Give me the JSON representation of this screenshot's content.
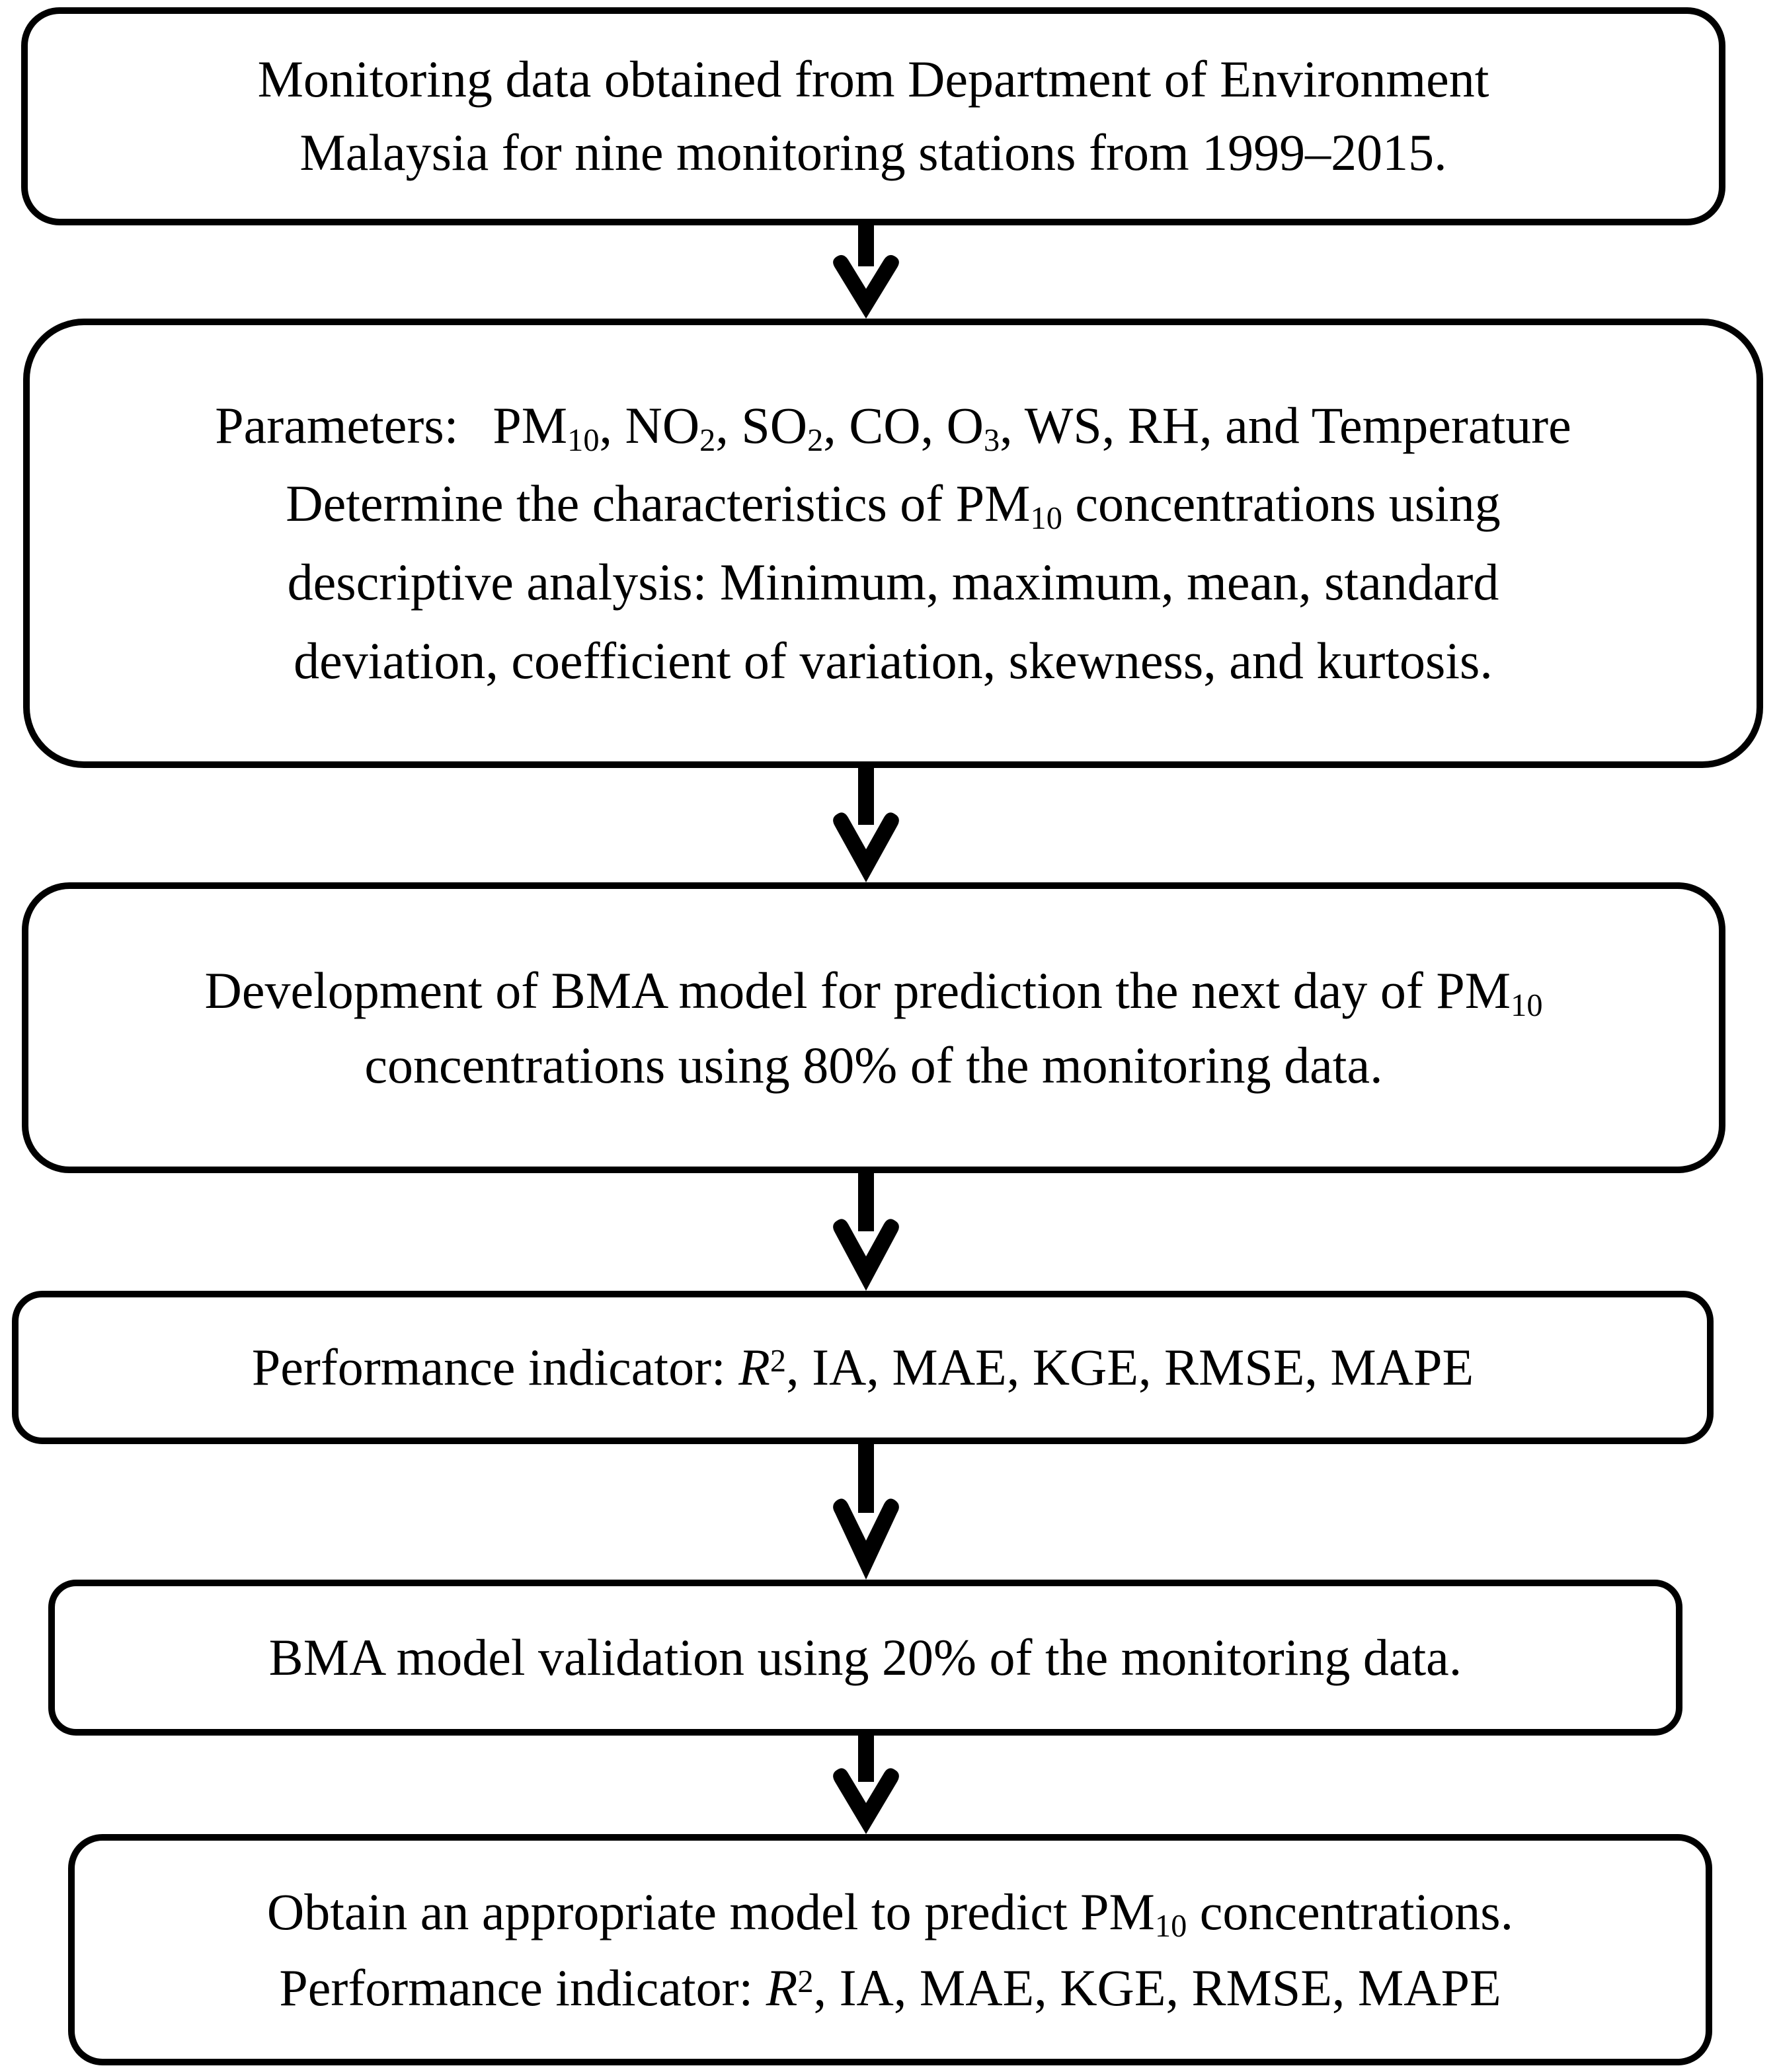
{
  "diagram": {
    "title": "Research methodology flowchart for BMA prediction of PM10 concentrations",
    "orientation": "top-to-bottom",
    "background_color": "#ffffff",
    "stroke_color": "#000000",
    "node_count": 6,
    "arrow_count": 5
  },
  "nodes": [
    {
      "id": "data-source",
      "lines": [
        "Monitoring data obtained from Department of Environment",
        "Malaysia for nine monitoring stations from 1999–2015."
      ]
    },
    {
      "id": "parameters-and-descriptive-analysis",
      "lines": [
        "Parameters: PM10, NO2, SO2, CO, O3, WS, RH, and Temperature",
        "Determine the characteristics of PM10 concentrations using",
        "descriptive analysis: Minimum, maximum, mean, standard",
        "deviation, coefficient of variation, skewness, and kurtosis."
      ],
      "parameters_label": "Parameters:",
      "parameters_list": [
        "PM10",
        "NO2",
        "SO2",
        "CO",
        "O3",
        "WS",
        "RH",
        "Temperature"
      ],
      "descriptive_statistics": [
        "Minimum",
        "maximum",
        "mean",
        "standard deviation",
        "coefficient of variation",
        "skewness",
        "kurtosis"
      ]
    },
    {
      "id": "bma-model-development",
      "lines": [
        "Development of BMA model for prediction the next day of PM10",
        "concentrations using 80% of the monitoring data."
      ],
      "training_share": "80%"
    },
    {
      "id": "performance-indicator",
      "lines": [
        "Performance indicator: R2, IA, MAE, KGE, RMSE, MAPE"
      ],
      "label": "Performance indicator:",
      "indicators": [
        "R2",
        "IA",
        "MAE",
        "KGE",
        "RMSE",
        "MAPE"
      ]
    },
    {
      "id": "bma-model-validation",
      "lines": [
        "BMA model validation using 20% of the monitoring data."
      ],
      "validation_share": "20%"
    },
    {
      "id": "final-model",
      "lines": [
        "Obtain an appropriate model to predict PM10 concentrations.",
        "Performance indicator: R2, IA, MAE, KGE, RMSE, MAPE"
      ],
      "label": "Performance indicator:",
      "indicators": [
        "R2",
        "IA",
        "MAE",
        "KGE",
        "RMSE",
        "MAPE"
      ]
    }
  ],
  "arrows": [
    {
      "id": "arrow-1",
      "from": "data-source",
      "to": "parameters-and-descriptive-analysis",
      "glyph": "down-arrow"
    },
    {
      "id": "arrow-2",
      "from": "parameters-and-descriptive-analysis",
      "to": "bma-model-development",
      "glyph": "down-arrow"
    },
    {
      "id": "arrow-3",
      "from": "bma-model-development",
      "to": "performance-indicator",
      "glyph": "down-arrow"
    },
    {
      "id": "arrow-4",
      "from": "performance-indicator",
      "to": "bma-model-validation",
      "glyph": "down-arrow"
    },
    {
      "id": "arrow-5",
      "from": "bma-model-validation",
      "to": "final-model",
      "glyph": "down-arrow"
    }
  ]
}
